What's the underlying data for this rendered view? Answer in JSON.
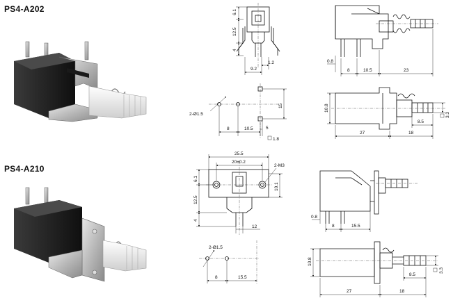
{
  "models": [
    {
      "name": "PS4-A202",
      "front_view_dims": [
        "6.1",
        "12.5",
        "4",
        "1.2",
        "9.2"
      ],
      "side_view_dims": [
        "0.8",
        "8",
        "10.5",
        "23"
      ],
      "pcb_layout_dims": [
        "2-Ø1.5",
        "8",
        "10.5",
        "15",
        "5",
        "1.8"
      ],
      "top_view_dims": [
        "10.8",
        "8.5",
        "3.3",
        "27",
        "18"
      ]
    },
    {
      "name": "PS4-A210",
      "front_view_dims": [
        "25.5",
        "20±0.2",
        "2-M3",
        "6.1",
        "10.1",
        "12.5",
        "4",
        "12"
      ],
      "side_view_dims": [
        "0.8",
        "8",
        "15.5"
      ],
      "pcb_layout_dims": [
        "2-Ø1.5",
        "8",
        "15.5"
      ],
      "top_view_dims": [
        "10.8",
        "8.5",
        "3.3",
        "27",
        "18"
      ]
    }
  ]
}
